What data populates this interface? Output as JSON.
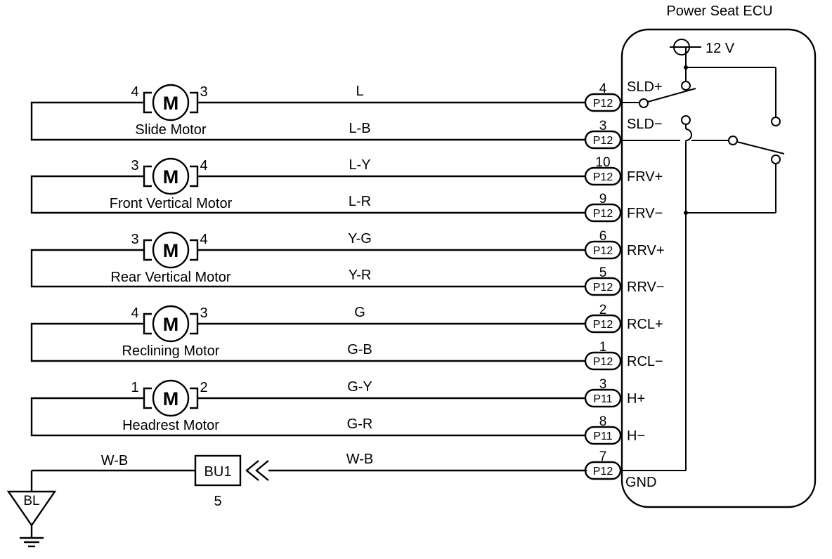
{
  "ecu": {
    "title": "Power Seat ECU",
    "voltage": "12 V",
    "ground_label": "GND"
  },
  "motor_symbol": "M",
  "motors": [
    {
      "name": "Slide Motor",
      "pin_left": "4",
      "pin_right": "3"
    },
    {
      "name": "Front Vertical Motor",
      "pin_left": "3",
      "pin_right": "4"
    },
    {
      "name": "Rear Vertical Motor",
      "pin_left": "3",
      "pin_right": "4"
    },
    {
      "name": "Reclining Motor",
      "pin_left": "4",
      "pin_right": "3"
    },
    {
      "name": "Headrest Motor",
      "pin_left": "1",
      "pin_right": "2"
    }
  ],
  "wires": [
    {
      "color_code": "L",
      "pin": "4",
      "connector": "P12",
      "terminal": "SLD+"
    },
    {
      "color_code": "L-B",
      "pin": "3",
      "connector": "P12",
      "terminal": "SLD−"
    },
    {
      "color_code": "L-Y",
      "pin": "10",
      "connector": "P12",
      "terminal": "FRV+"
    },
    {
      "color_code": "L-R",
      "pin": "9",
      "connector": "P12",
      "terminal": "FRV−"
    },
    {
      "color_code": "Y-G",
      "pin": "6",
      "connector": "P12",
      "terminal": "RRV+"
    },
    {
      "color_code": "Y-R",
      "pin": "5",
      "connector": "P12",
      "terminal": "RRV−"
    },
    {
      "color_code": "G",
      "pin": "2",
      "connector": "P12",
      "terminal": "RCL+"
    },
    {
      "color_code": "G-B",
      "pin": "1",
      "connector": "P12",
      "terminal": "RCL−"
    },
    {
      "color_code": "G-Y",
      "pin": "3",
      "connector": "P11",
      "terminal": "H+"
    },
    {
      "color_code": "G-R",
      "pin": "8",
      "connector": "P11",
      "terminal": "H−"
    },
    {
      "color_code": "W-B",
      "pin": "7",
      "connector": "P12",
      "terminal": ""
    }
  ],
  "ground": {
    "wire_left": "W-B",
    "junction": "BU1",
    "junction_pin": "5",
    "ground_point": "BL"
  }
}
